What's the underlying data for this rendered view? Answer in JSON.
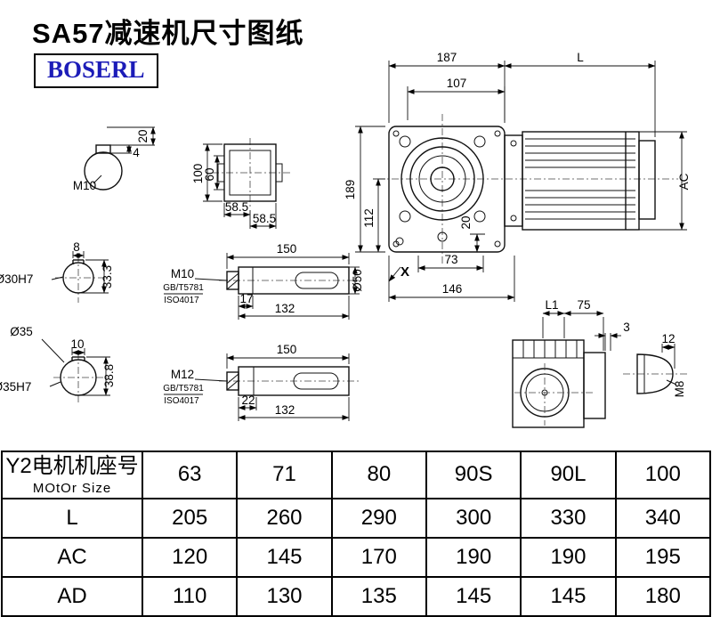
{
  "page": {
    "title": "SA57减速机尺寸图纸",
    "brand": "BOSERL"
  },
  "views": {
    "main": {
      "d187": "187",
      "dL": "L",
      "d107": "107",
      "d189": "189",
      "d112": "112",
      "d20": "20",
      "d73": "73",
      "d146": "146",
      "x": "X",
      "ac": "AC"
    },
    "shaft_end": {
      "d4": "4",
      "d20": "20",
      "thread": "M10"
    },
    "flange": {
      "d100": "100",
      "d60": "60",
      "d585a": "58.5",
      "d585b": "58.5"
    },
    "bore30": {
      "d8": "8",
      "label": "Ø30H7",
      "d333": "33.3"
    },
    "shaft1": {
      "d150": "150",
      "thread": "M10",
      "std1": "GB/T5781",
      "std2": "ISO4017",
      "d17": "17",
      "d132": "132",
      "d50": "Ø50"
    },
    "bore35": {
      "d10": "10",
      "d35": "Ø35",
      "label": "Ø35H7",
      "d388": "38.8"
    },
    "shaft2": {
      "d150": "150",
      "thread": "M12",
      "std1": "GB/T5781",
      "std2": "ISO4017",
      "d22": "22",
      "d132": "132"
    },
    "rear": {
      "l1": "L1",
      "d75": "75",
      "d3": "3",
      "d12": "12",
      "m8": "M8"
    }
  },
  "table": {
    "row_header": {
      "label_line1": "Y2电机机座号",
      "label_line2": "MOtOr Size",
      "values": [
        "63",
        "71",
        "80",
        "90S",
        "90L",
        "100"
      ]
    },
    "rows": [
      {
        "label": "L",
        "values": [
          "205",
          "260",
          "290",
          "300",
          "330",
          "340"
        ]
      },
      {
        "label": "AC",
        "values": [
          "120",
          "145",
          "170",
          "190",
          "190",
          "195"
        ]
      },
      {
        "label": "AD",
        "values": [
          "110",
          "130",
          "135",
          "145",
          "145",
          "180"
        ]
      }
    ]
  }
}
